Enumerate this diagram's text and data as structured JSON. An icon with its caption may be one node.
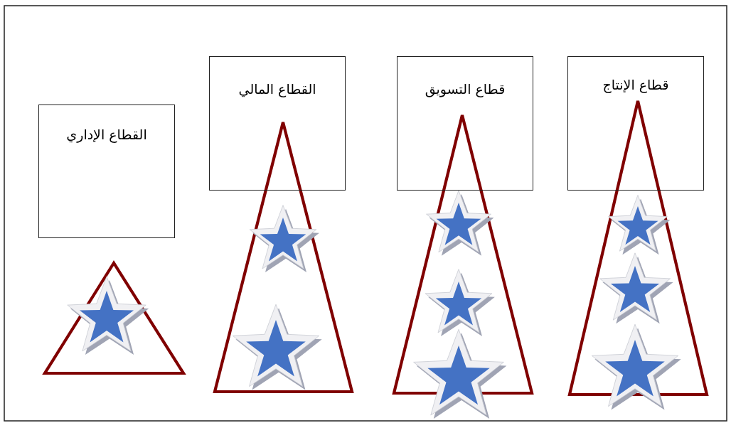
{
  "diagram": {
    "nodes": [
      {
        "text": [
          "قطاع الإنتاج"
        ]
      },
      {
        "text": [
          "قطاع التسويق"
        ]
      },
      {
        "text": [
          "القطاع المالي"
        ]
      },
      {
        "text": [
          "القطاع الإداري"
        ]
      }
    ]
  }
}
